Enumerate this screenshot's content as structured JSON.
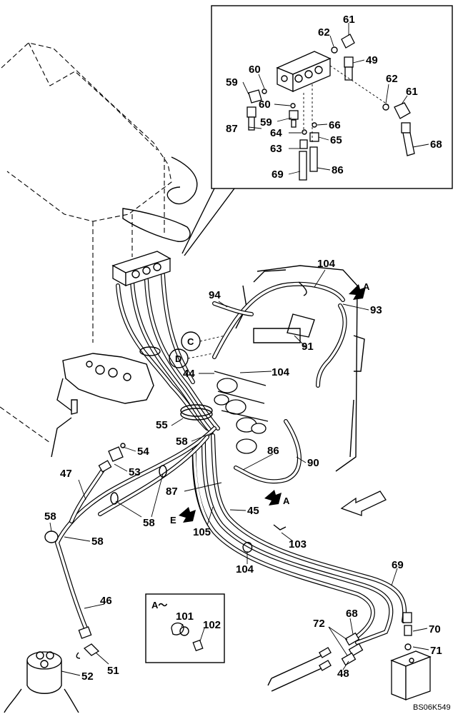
{
  "drawing_code": "BS06K549",
  "view_markers": {
    "arrow_a_top": "A",
    "arrow_a_mid": "A",
    "arrow_e": "E",
    "circle_c": "C",
    "circle_d": "D",
    "detail_a_title": "A～"
  },
  "part_labels": [
    {
      "id": "p61a",
      "text": "61"
    },
    {
      "id": "p62a",
      "text": "62"
    },
    {
      "id": "p49",
      "text": "49"
    },
    {
      "id": "p60a",
      "text": "60"
    },
    {
      "id": "p59a",
      "text": "59"
    },
    {
      "id": "p62b",
      "text": "62"
    },
    {
      "id": "p61b",
      "text": "61"
    },
    {
      "id": "p60b",
      "text": "60"
    },
    {
      "id": "p59b",
      "text": "59"
    },
    {
      "id": "p66",
      "text": "66"
    },
    {
      "id": "p87a",
      "text": "87"
    },
    {
      "id": "p64",
      "text": "64"
    },
    {
      "id": "p65",
      "text": "65"
    },
    {
      "id": "p68a",
      "text": "68"
    },
    {
      "id": "p63",
      "text": "63"
    },
    {
      "id": "p69a",
      "text": "69"
    },
    {
      "id": "p86a",
      "text": "86"
    },
    {
      "id": "p104a",
      "text": "104"
    },
    {
      "id": "p94",
      "text": "94"
    },
    {
      "id": "p93",
      "text": "93"
    },
    {
      "id": "p91",
      "text": "91"
    },
    {
      "id": "p44",
      "text": "44"
    },
    {
      "id": "p104b",
      "text": "104"
    },
    {
      "id": "p55",
      "text": "55"
    },
    {
      "id": "p58a",
      "text": "58"
    },
    {
      "id": "p54",
      "text": "54"
    },
    {
      "id": "p53",
      "text": "53"
    },
    {
      "id": "p86b",
      "text": "86"
    },
    {
      "id": "p90",
      "text": "90"
    },
    {
      "id": "p47",
      "text": "47"
    },
    {
      "id": "p87b",
      "text": "87"
    },
    {
      "id": "p45",
      "text": "45"
    },
    {
      "id": "p58b",
      "text": "58"
    },
    {
      "id": "p58c",
      "text": "58"
    },
    {
      "id": "p105",
      "text": "105"
    },
    {
      "id": "p58d",
      "text": "58"
    },
    {
      "id": "p103",
      "text": "103"
    },
    {
      "id": "p104c",
      "text": "104"
    },
    {
      "id": "p69b",
      "text": "69"
    },
    {
      "id": "p46",
      "text": "46"
    },
    {
      "id": "p101",
      "text": "101"
    },
    {
      "id": "p102",
      "text": "102"
    },
    {
      "id": "p68b",
      "text": "68"
    },
    {
      "id": "p72",
      "text": "72"
    },
    {
      "id": "p70",
      "text": "70"
    },
    {
      "id": "p71",
      "text": "71"
    },
    {
      "id": "p52",
      "text": "52"
    },
    {
      "id": "p51",
      "text": "51"
    },
    {
      "id": "p48",
      "text": "48"
    }
  ]
}
